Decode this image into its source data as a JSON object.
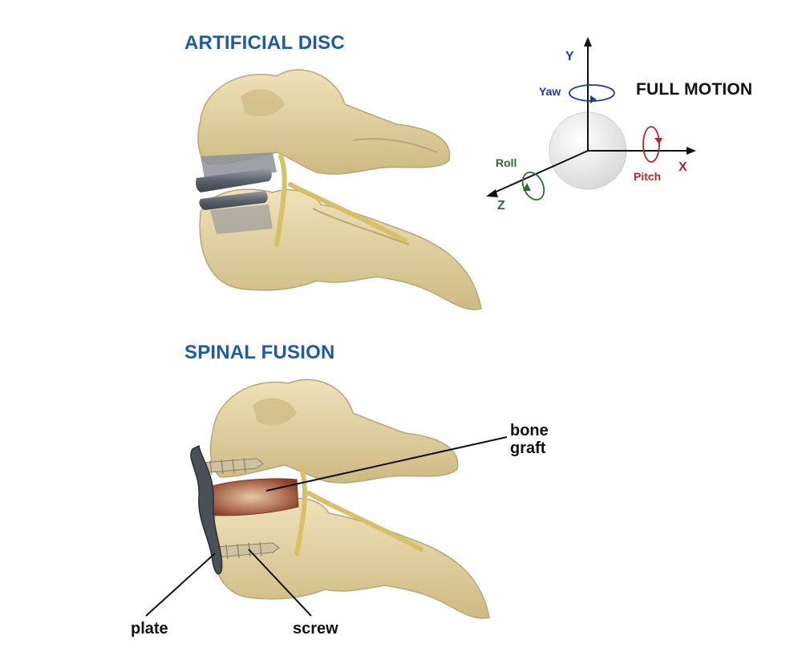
{
  "colors": {
    "heading": "#1f5aa6",
    "yaw": "#1f3a93",
    "roll": "#2e6b2e",
    "pitch": "#b02a2a",
    "bone": "#e6d6a8",
    "bone_shadow": "#b9a676",
    "implant": "#6a6f78",
    "ink": "#111111"
  },
  "sections": {
    "artificial_disc": {
      "title": "ARTIFICIAL DISC"
    },
    "spinal_fusion": {
      "title": "SPINAL FUSION"
    }
  },
  "motion": {
    "title": "FULL MOTION",
    "axes": {
      "x": "X",
      "y": "Y",
      "z": "Z"
    },
    "rotations": {
      "yaw": "Yaw",
      "pitch": "Pitch",
      "roll": "Roll"
    }
  },
  "callouts": {
    "bone_graft_line1": "bone",
    "bone_graft_line2": "graft",
    "plate": "plate",
    "screw": "screw"
  },
  "icons": [
    "vertebra-illustration",
    "artificial-disc-implant",
    "fusion-plate",
    "bone-screw",
    "bone-graft",
    "sphere",
    "rotation-arrow-icon"
  ]
}
